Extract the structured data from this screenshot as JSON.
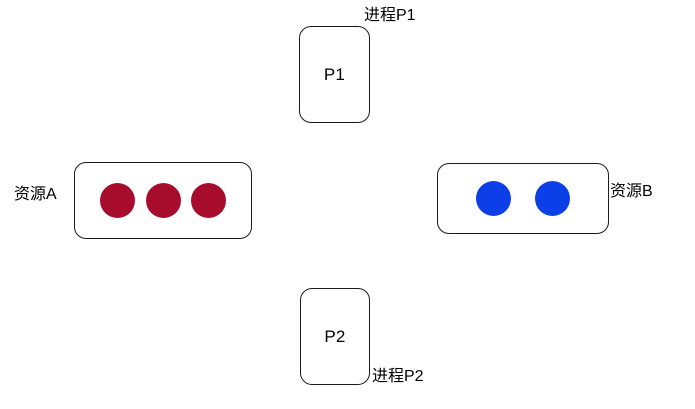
{
  "diagram": {
    "title": "Process and Resource Allocation Diagram",
    "background_color": "#ffffff",
    "outline_color": "#1a1a1a",
    "text_color": "#000000",
    "processes": [
      {
        "id": "P1",
        "inner_label": "P1",
        "caption": "进程P1",
        "caption_position": "top-right"
      },
      {
        "id": "P2",
        "inner_label": "P2",
        "caption": "进程P2",
        "caption_position": "bottom-right"
      }
    ],
    "resources": [
      {
        "id": "A",
        "caption": "资源A",
        "caption_position": "left",
        "instance_count": 3,
        "instance_color": "#a80c2d",
        "instances": [
          "a1",
          "a2",
          "a3"
        ]
      },
      {
        "id": "B",
        "caption": "资源B",
        "caption_position": "right",
        "instance_count": 2,
        "instance_color": "#0d3fe8",
        "instances": [
          "b1",
          "b2"
        ]
      }
    ]
  }
}
